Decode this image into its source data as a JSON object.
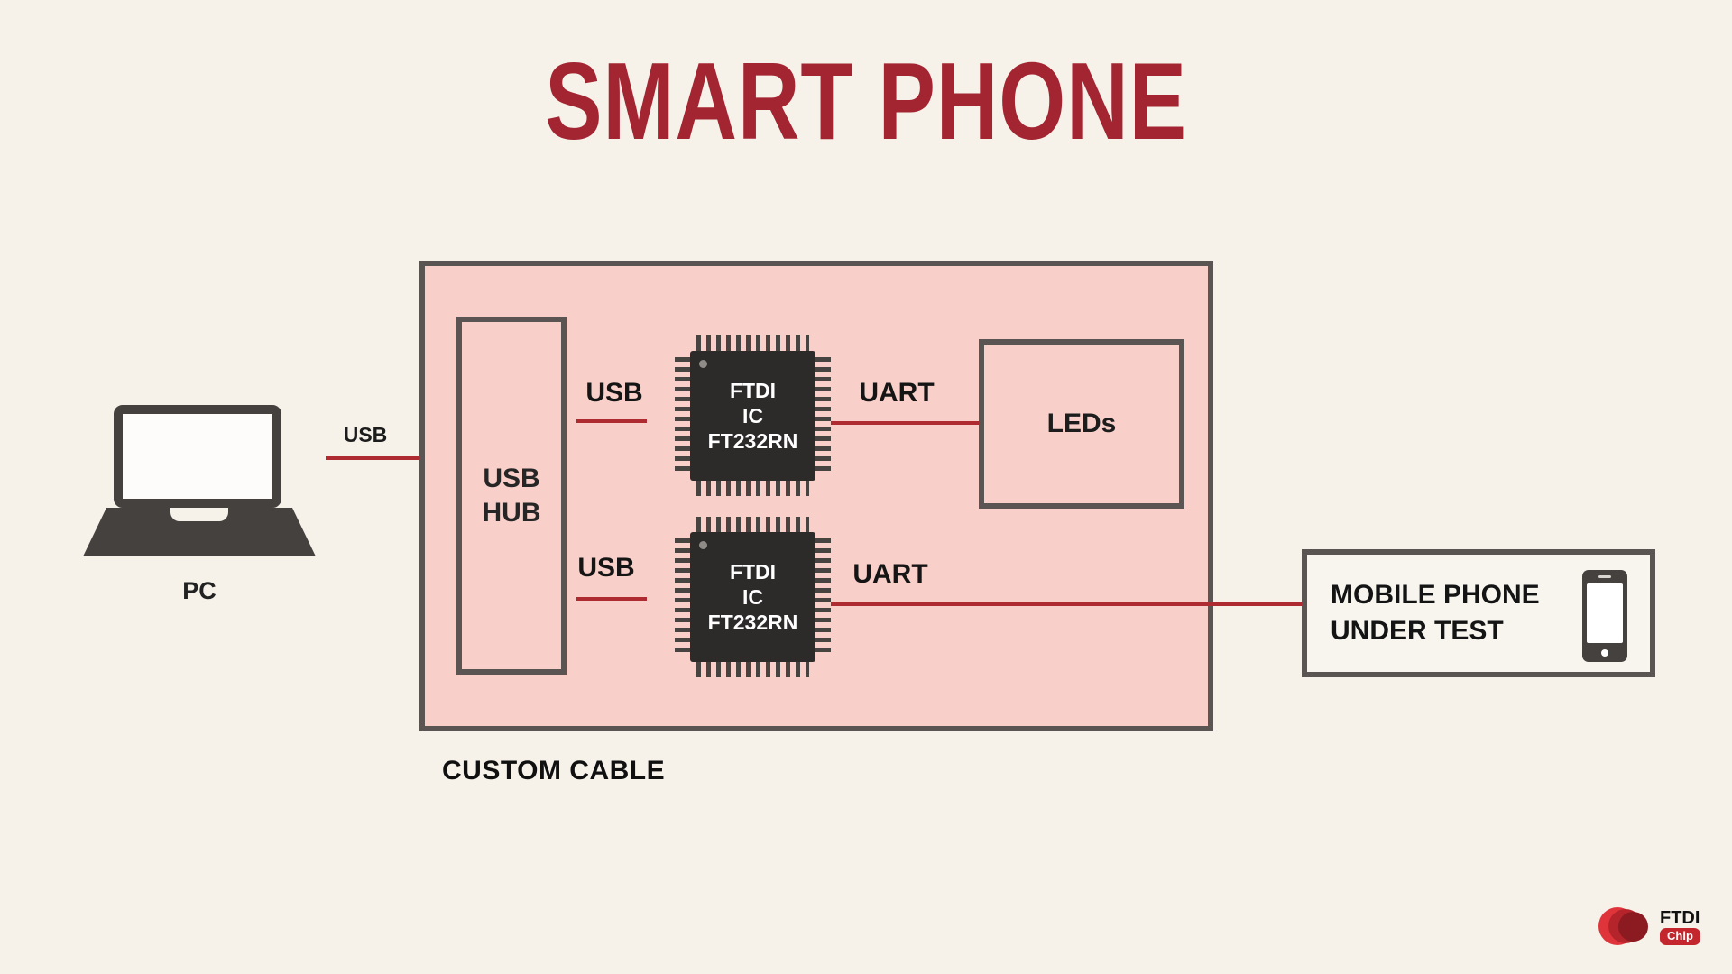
{
  "title": "SMART PHONE",
  "pc": {
    "label": "PC"
  },
  "connections": {
    "pc_usb": "USB",
    "hub_usb_top": "USB",
    "hub_usb_bottom": "USB",
    "uart_top": "UART",
    "uart_bottom": "UART"
  },
  "custom_cable": {
    "label": "CUSTOM CABLE"
  },
  "usb_hub": {
    "line1": "USB",
    "line2": "HUB"
  },
  "chip_top": {
    "line1": "FTDI",
    "line2": "IC",
    "line3": "FT232RN"
  },
  "chip_bottom": {
    "line1": "FTDI",
    "line2": "IC",
    "line3": "FT232RN"
  },
  "leds": {
    "label": "LEDs"
  },
  "mobile_phone": {
    "line1": "MOBILE PHONE",
    "line2": "UNDER TEST"
  },
  "logo": {
    "line1": "FTDI",
    "line2": "Chip"
  },
  "colors": {
    "background": "#f6f2ea",
    "title": "#a32532",
    "cable_fill": "#f8d0c9",
    "border": "#5a5553",
    "line_red": "#ae2b31",
    "chip_body": "#2d2a2a",
    "logo_red": "#c4262d"
  }
}
